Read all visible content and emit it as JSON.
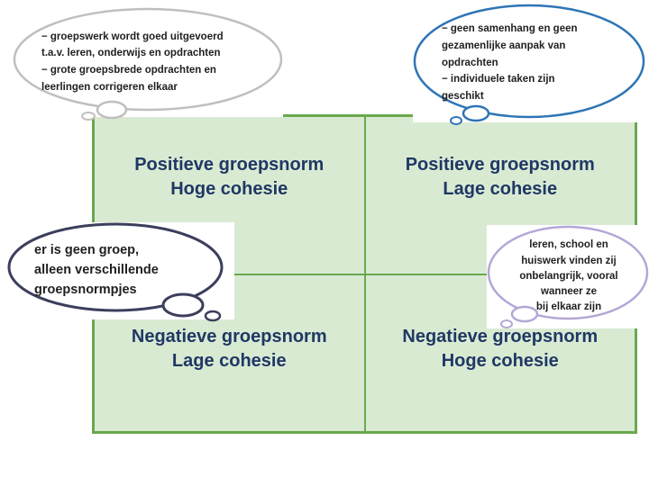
{
  "matrix": {
    "cells": [
      {
        "line1": "Positieve groepsnorm",
        "line2": "Hoge cohesie"
      },
      {
        "line1": "Positieve groepsnorm",
        "line2": "Lage cohesie"
      },
      {
        "line1": "Negatieve groepsnorm",
        "line2": "Lage cohesie"
      },
      {
        "line1": "Negatieve groepsnorm",
        "line2": "Hoge cohesie"
      }
    ],
    "fill_color": "#d9ead3",
    "border_color": "#6aa84f",
    "text_color": "#1f3864"
  },
  "bubbles": {
    "top_left": {
      "text": "−  groepswerk wordt goed uitgevoerd\nt.a.v. leren, onderwijs en opdrachten\n−  grote groepsbrede opdrachten en\nleerlingen corrigeren elkaar",
      "outline_color": "#bfbfbf"
    },
    "top_right": {
      "text": "−  geen samenhang en geen\ngezamenlijke aanpak van\nopdrachten\n−  individuele taken zijn\ngeschikt",
      "outline_color": "#2e75b6"
    },
    "middle_left": {
      "text": "er is geen groep,\nalleen verschillende\ngroepsnormpjes",
      "outline_color": "#3b3f5c"
    },
    "middle_right": {
      "text": "leren, school en\nhuiswerk vinden zij\nonbelangrijk, vooral\nwanneer ze\nbij elkaar zijn",
      "outline_color": "#b4a7d6"
    }
  }
}
